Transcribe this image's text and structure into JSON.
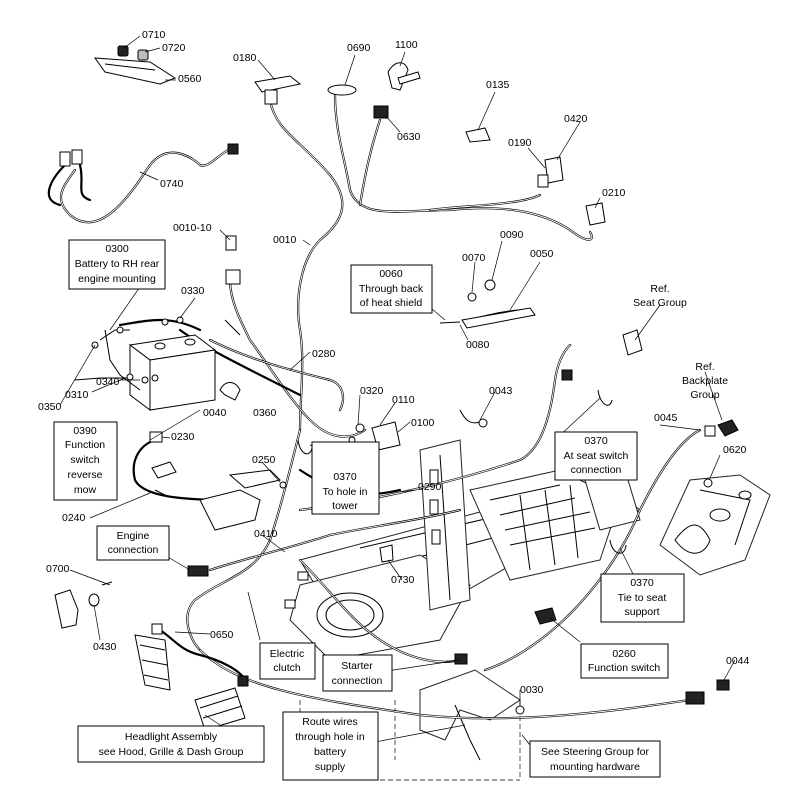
{
  "part_numbers": [
    {
      "id": "0710",
      "text": "0710"
    },
    {
      "id": "0720",
      "text": "0720"
    },
    {
      "id": "0560",
      "text": "0560"
    },
    {
      "id": "0180",
      "text": "0180"
    },
    {
      "id": "0690",
      "text": "0690"
    },
    {
      "id": "1100",
      "text": "1100"
    },
    {
      "id": "0630",
      "text": "0630"
    },
    {
      "id": "0135",
      "text": "0135"
    },
    {
      "id": "0420",
      "text": "0420"
    },
    {
      "id": "0190",
      "text": "0190"
    },
    {
      "id": "0210",
      "text": "0210"
    },
    {
      "id": "0740",
      "text": "0740"
    },
    {
      "id": "0010-10",
      "text": "0010-10"
    },
    {
      "id": "0010",
      "text": "0010"
    },
    {
      "id": "0090",
      "text": "0090"
    },
    {
      "id": "0070",
      "text": "0070"
    },
    {
      "id": "0050",
      "text": "0050"
    },
    {
      "id": "0330",
      "text": "0330"
    },
    {
      "id": "0080",
      "text": "0080"
    },
    {
      "id": "0280",
      "text": "0280"
    },
    {
      "id": "0340",
      "text": "0340"
    },
    {
      "id": "0310",
      "text": "0310"
    },
    {
      "id": "0350",
      "text": "0350"
    },
    {
      "id": "0040",
      "text": "0040"
    },
    {
      "id": "0360",
      "text": "0360"
    },
    {
      "id": "0320",
      "text": "0320"
    },
    {
      "id": "0110",
      "text": "0110"
    },
    {
      "id": "0100",
      "text": "0100"
    },
    {
      "id": "0043",
      "text": "0043"
    },
    {
      "id": "0045",
      "text": "0045"
    },
    {
      "id": "0620",
      "text": "0620"
    },
    {
      "id": "0230",
      "text": "0230"
    },
    {
      "id": "0250",
      "text": "0250"
    },
    {
      "id": "0290",
      "text": "0290"
    },
    {
      "id": "0240",
      "text": "0240"
    },
    {
      "id": "0410",
      "text": "0410"
    },
    {
      "id": "0730",
      "text": "0730"
    },
    {
      "id": "0700",
      "text": "0700"
    },
    {
      "id": "0430",
      "text": "0430"
    },
    {
      "id": "0650",
      "text": "0650"
    },
    {
      "id": "0030",
      "text": "0030"
    },
    {
      "id": "0044",
      "text": "0044"
    }
  ],
  "callouts": {
    "c0300": [
      "0300",
      "Battery to RH rear",
      "engine mounting"
    ],
    "c0060": [
      "0060",
      "Through back",
      "of heat shield"
    ],
    "cSeat": [
      "Ref.",
      "Seat Group"
    ],
    "cBackplate": [
      "Ref.",
      "Backplate",
      "Group"
    ],
    "c0390": [
      "0390",
      "Function",
      "switch",
      "reverse",
      "mow"
    ],
    "c0370a": [
      "0370",
      "At seat switch",
      "connection"
    ],
    "c0370b": [
      "0370",
      "To hole in",
      "tower"
    ],
    "cEngine": [
      "Engine",
      "connection"
    ],
    "c0370c": [
      "0370",
      "Tie to seat",
      "support"
    ],
    "c0260": [
      "0260",
      "Function switch"
    ],
    "cClutch": [
      "Electric",
      "clutch"
    ],
    "cStarter": [
      "Starter",
      "connection"
    ],
    "cHeadlight": [
      "Headlight Assembly",
      "see Hood, Grille & Dash Group"
    ],
    "cRoute": [
      "Route wires",
      "through hole in",
      "battery",
      "supply"
    ],
    "cSteering": [
      "See Steering Group for",
      "mounting hardware"
    ]
  }
}
